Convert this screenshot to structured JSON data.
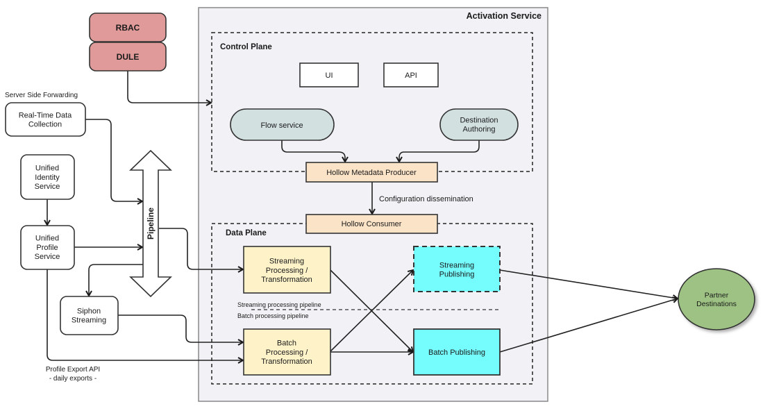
{
  "colors": {
    "stroke": "#333333",
    "activation_bg": "#f2f1f6",
    "auth_fill": "#e09a9a",
    "control_pill_fill": "#d3e0e0",
    "hollow_fill": "#fbe3c8",
    "processing_fill": "#fdf2c8",
    "publishing_fill": "#75fcfd",
    "partner_fill": "#9dc283",
    "white": "#ffffff"
  },
  "diagram": {
    "activation_service": {
      "title": "Activation Service"
    },
    "control_plane": {
      "title": "Control Plane"
    },
    "data_plane": {
      "title": "Data Plane"
    },
    "nodes": {
      "rbac": {
        "label": [
          "RBAC"
        ]
      },
      "dule": {
        "label": [
          "DULE"
        ]
      },
      "ui": {
        "label": [
          "UI"
        ]
      },
      "api": {
        "label": [
          "API"
        ]
      },
      "flow_service": {
        "label": [
          "Flow service"
        ]
      },
      "destination_authoring": {
        "label": [
          "Destination",
          "Authoring"
        ]
      },
      "hollow_metadata_producer": {
        "label": [
          "Hollow Metadata Producer"
        ]
      },
      "hollow_consumer": {
        "label": [
          "Hollow Consumer"
        ]
      },
      "realtime_data_collection": {
        "label": [
          "Real-Time Data",
          "Collection"
        ]
      },
      "unified_identity_service": {
        "label": [
          "Unified",
          "Identity",
          "Service"
        ]
      },
      "unified_profile_service": {
        "label": [
          "Unified",
          "Profile",
          "Service"
        ]
      },
      "siphon_streaming": {
        "label": [
          "Siphon",
          "Streaming"
        ]
      },
      "pipeline": {
        "label": [
          "Pipeline"
        ]
      },
      "streaming_processing": {
        "label": [
          "Streaming",
          "Processing /",
          "Transformation"
        ]
      },
      "batch_processing": {
        "label": [
          "Batch",
          "Processing /",
          "Transformation"
        ]
      },
      "streaming_publishing": {
        "label": [
          "Streaming",
          "Publishing"
        ]
      },
      "batch_publishing": {
        "label": [
          "Batch Publishing"
        ]
      },
      "partner_destinations": {
        "label": [
          "Partner",
          "Destinations"
        ]
      }
    },
    "annotations": {
      "server_side_forwarding": "Server Side Forwarding",
      "configuration_dissemination": "Configuration dissemination",
      "streaming_pipeline": "Streaming processing pipeline",
      "batch_pipeline": "Batch processing pipeline",
      "profile_export_api": [
        "Profile Export API",
        "- daily exports -"
      ]
    }
  }
}
